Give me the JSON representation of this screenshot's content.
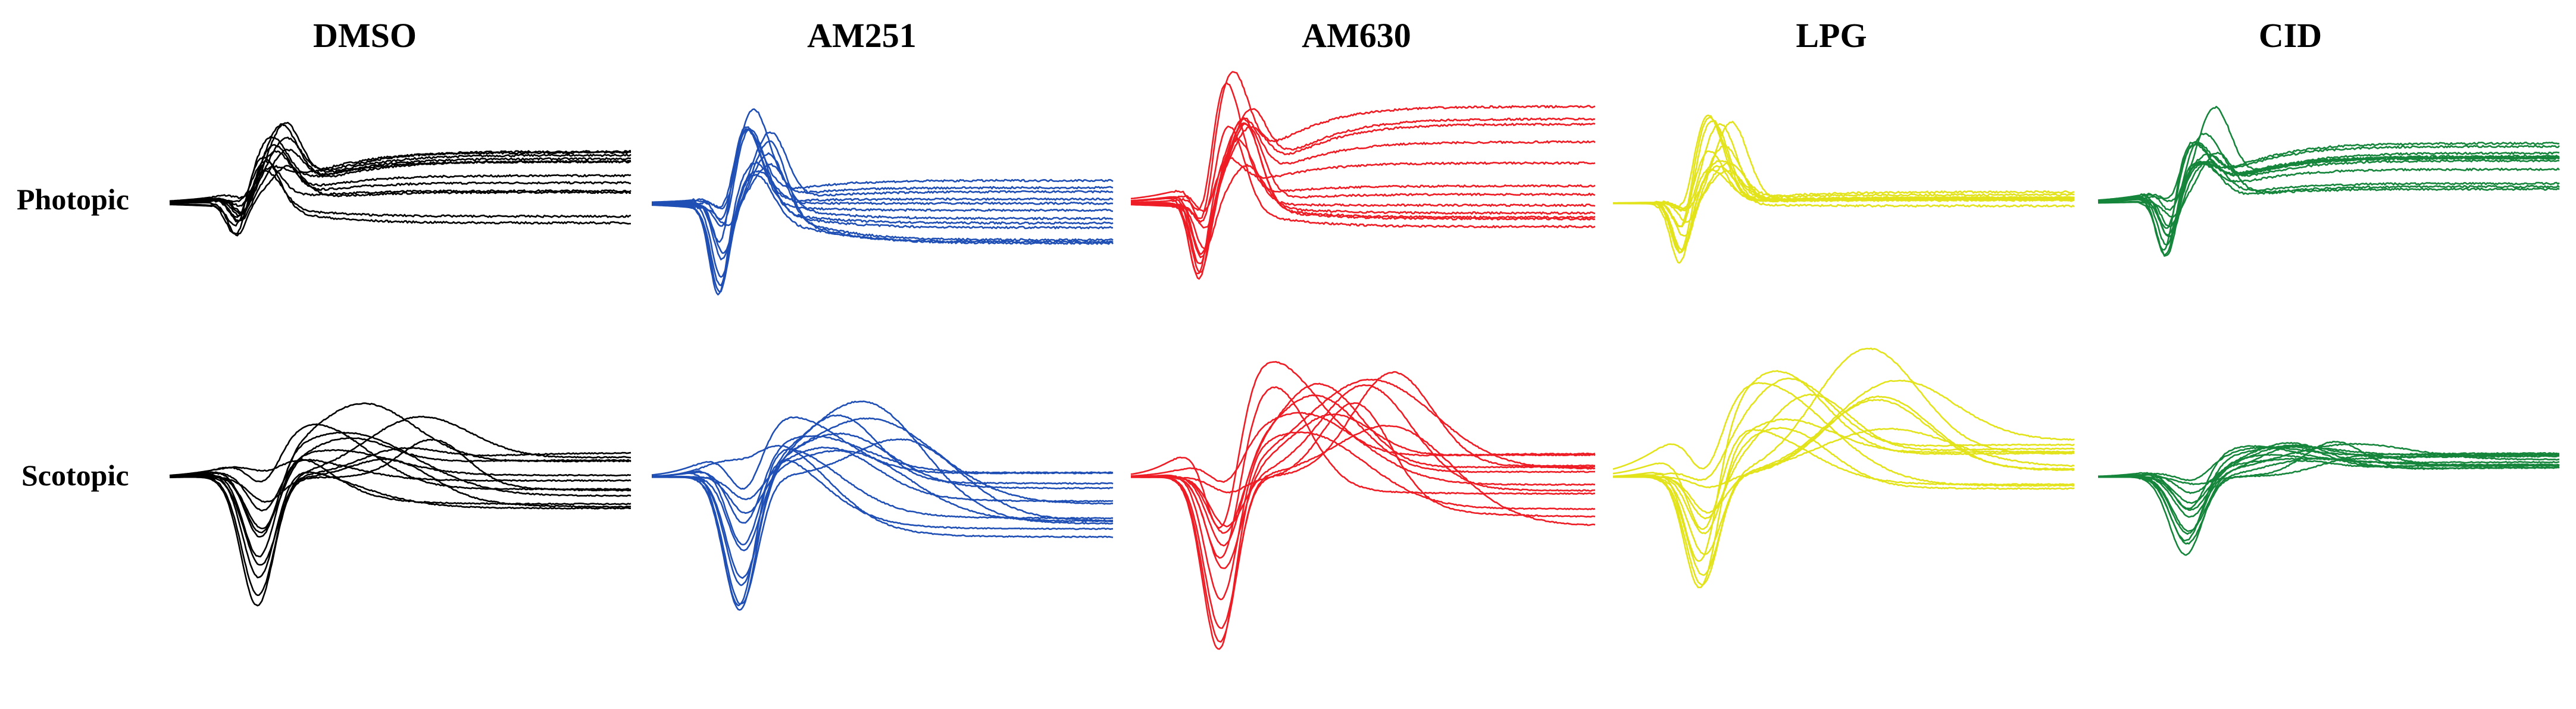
{
  "chart_data": {
    "type": "line",
    "title": "",
    "xlabel": "",
    "ylabel": "",
    "axes_visible": false,
    "grid": false,
    "legend": "none",
    "conditions": [
      {
        "label": "DMSO",
        "color": "#000000"
      },
      {
        "label": "AM251",
        "color": "#1f4fb4"
      },
      {
        "label": "AM630",
        "color": "#ee1c24"
      },
      {
        "label": "LPG",
        "color": "#e3e31b"
      },
      {
        "label": "CID",
        "color": "#14853a"
      }
    ],
    "rows": [
      {
        "label": "Photopic"
      },
      {
        "label": "Scotopic"
      }
    ],
    "panels": [
      {
        "condition": "DMSO",
        "row": "Photopic",
        "traces": 12,
        "a_wave_min": [
          -0.3,
          -1.0
        ],
        "b_wave_peak": [
          0.5,
          1.8
        ],
        "end_level": [
          -0.6,
          1.6
        ]
      },
      {
        "condition": "AM251",
        "row": "Photopic",
        "traces": 12,
        "a_wave_min": [
          -0.5,
          -2.5
        ],
        "b_wave_peak": [
          0.6,
          2.5
        ],
        "end_level": [
          -1.2,
          1.2
        ]
      },
      {
        "condition": "AM630",
        "row": "Photopic",
        "traces": 12,
        "a_wave_min": [
          -0.8,
          -2.3
        ],
        "b_wave_peak": [
          0.9,
          3.3
        ],
        "end_level": [
          -0.8,
          3.2
        ]
      },
      {
        "condition": "LPG",
        "row": "Photopic",
        "traces": 12,
        "a_wave_min": [
          -0.3,
          -1.7
        ],
        "b_wave_peak": [
          0.3,
          2.5
        ],
        "end_level": [
          -0.1,
          0.4
        ]
      },
      {
        "condition": "CID",
        "row": "Photopic",
        "traces": 12,
        "a_wave_min": [
          -0.3,
          -1.9
        ],
        "b_wave_peak": [
          0.5,
          2.2
        ],
        "end_level": [
          0.3,
          1.8
        ]
      },
      {
        "condition": "DMSO",
        "row": "Scotopic",
        "traces": 12,
        "a_wave_min": [
          -0.3,
          -3.6
        ],
        "b_wave_peak": [
          0.5,
          1.9
        ],
        "end_level": [
          -1.0,
          0.8
        ]
      },
      {
        "condition": "AM251",
        "row": "Scotopic",
        "traces": 12,
        "a_wave_min": [
          -0.3,
          -4.2
        ],
        "b_wave_peak": [
          0.8,
          2.6
        ],
        "end_level": [
          -1.7,
          0.2
        ]
      },
      {
        "condition": "AM630",
        "row": "Scotopic",
        "traces": 12,
        "a_wave_min": [
          -0.4,
          -5.0
        ],
        "b_wave_peak": [
          1.2,
          3.2
        ],
        "end_level": [
          -1.4,
          0.7
        ]
      },
      {
        "condition": "LPG",
        "row": "Scotopic",
        "traces": 12,
        "a_wave_min": [
          -0.3,
          -3.6
        ],
        "b_wave_peak": [
          0.8,
          3.6
        ],
        "end_level": [
          -0.4,
          1.1
        ]
      },
      {
        "condition": "CID",
        "row": "Scotopic",
        "traces": 12,
        "a_wave_min": [
          -0.2,
          -2.2
        ],
        "b_wave_peak": [
          0.3,
          0.9
        ],
        "end_level": [
          0.2,
          0.7
        ]
      }
    ]
  }
}
